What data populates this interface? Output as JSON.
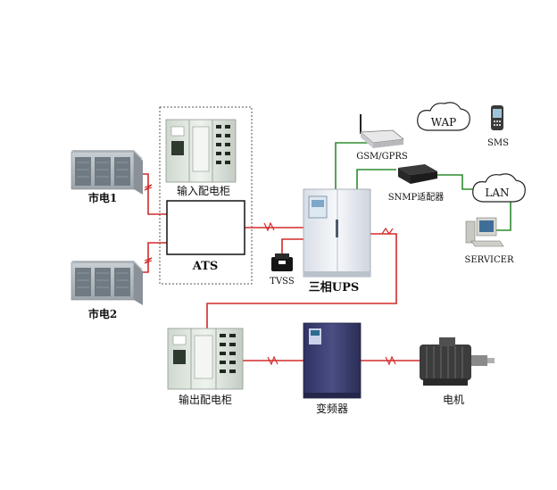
{
  "nodes": {
    "mains1": "市电1",
    "mains2": "市电2",
    "input_cabinet": "输入配电柜",
    "ats": "ATS",
    "tvss": "TVSS",
    "ups": "三相UPS",
    "gsm": "GSM/GPRS",
    "wap": "WAP",
    "sms": "SMS",
    "snmp": "SNMP适配器",
    "lan": "LAN",
    "servicer": "SERVICER",
    "output_cabinet": "输出配电柜",
    "inverter": "变频器",
    "motor": "电机"
  },
  "colors": {
    "power_line": "#d42a2a",
    "network_line": "#2e8b2e",
    "cabinet_body": "#dfe7df",
    "ups_body": "#eef2f6",
    "inverter_body": "#3c3f6e"
  }
}
